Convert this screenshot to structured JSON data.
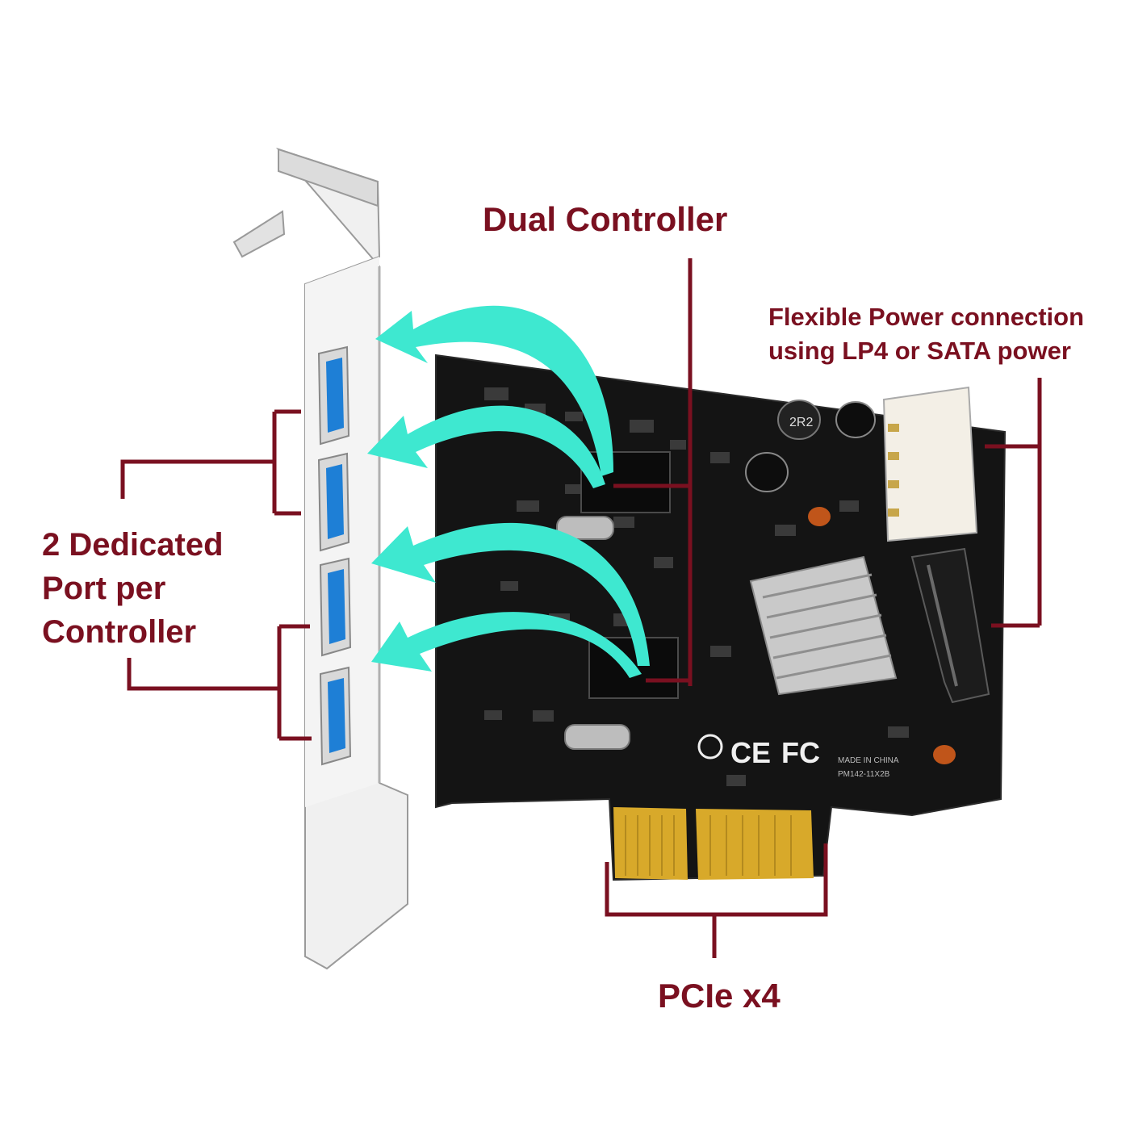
{
  "labels": {
    "dual_controller": "Dual Controller",
    "flex_power_line1": "Flexible Power connection",
    "flex_power_line2": "using LP4 or SATA power",
    "ports_line1": "2 Dedicated",
    "ports_line2": "Port per",
    "ports_line3": "Controller",
    "pcie": "PCIe x4"
  },
  "board_marks": {
    "ce": "CE",
    "fc": "FC",
    "made_in": "MADE IN CHINA",
    "model": "PM142-11X2B",
    "inductor": "2R2"
  },
  "colors": {
    "label": "#7a1020",
    "arrow": "#3ee8d0",
    "pcb": "#141414",
    "bracket": "#e6e6e6",
    "usb_port": "#1e7fd6",
    "gold": "#d8a92a"
  },
  "icons": [
    "usb-port-icon",
    "heatsink-icon",
    "molex-connector-icon",
    "sata-power-connector-icon",
    "ce-mark-icon",
    "fc-mark-icon",
    "curved-arrow-icon"
  ]
}
